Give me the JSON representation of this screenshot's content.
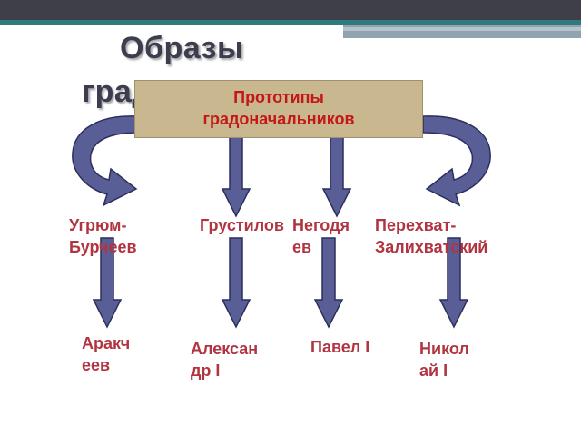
{
  "title": {
    "line1": "Образы",
    "line2": "градоначальников"
  },
  "prototypes_box": {
    "line1": "Прототипы",
    "line2": "градоначальников"
  },
  "characters": [
    {
      "line1": "Угрюм-",
      "line2": "Бурчеев"
    },
    {
      "line1": "Грустилов",
      "line2": ""
    },
    {
      "line1": "Негодя",
      "line2": "ев"
    },
    {
      "line1": "Перехват-",
      "line2": "Залихватский"
    }
  ],
  "prototypes": [
    {
      "line1": "Аракч",
      "line2": "еев"
    },
    {
      "line1": "Алексан",
      "line2": "др I"
    },
    {
      "line1": "Павел I",
      "line2": ""
    },
    {
      "line1": "Никол",
      "line2": "ай I"
    }
  ],
  "colors": {
    "arrow_fill": "#5a5e96",
    "arrow_stroke": "#2c2f5c",
    "label_text": "#b03540",
    "box_fill": "#c9b88f",
    "box_text": "#c41818"
  }
}
